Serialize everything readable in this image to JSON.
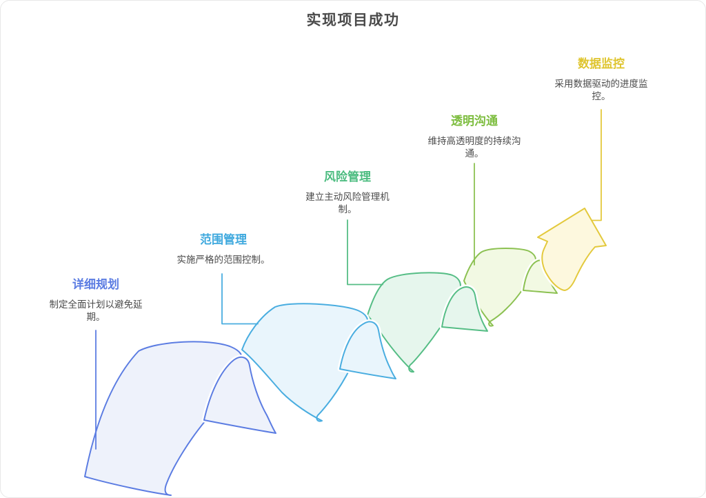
{
  "title": "实现项目成功",
  "diagram_type": "ascending-wave-ribbon-with-arrow",
  "steps": [
    {
      "label": "详细规划",
      "description": "制定全面计划以避免延期。",
      "color": "#5b7ce2",
      "fill": "#eef2fb"
    },
    {
      "label": "范围管理",
      "description": "实施严格的范围控制。",
      "color": "#3fa9de",
      "fill": "#e9f5fc"
    },
    {
      "label": "风险管理",
      "description": "建立主动风险管理机制。",
      "color": "#4cbc80",
      "fill": "#e6f6ed"
    },
    {
      "label": "透明沟通",
      "description": "维持高透明度的持续沟通。",
      "color": "#7dbd3f",
      "fill": "#f2f9e3"
    },
    {
      "label": "数据监控",
      "description": "采用数据驱动的进度监控。",
      "color": "#dfc52f",
      "fill": "#fdf8de"
    }
  ],
  "arrow_color": "#e3c93c",
  "title_color": "#4a4a4a",
  "description_color": "#4b4b4b"
}
